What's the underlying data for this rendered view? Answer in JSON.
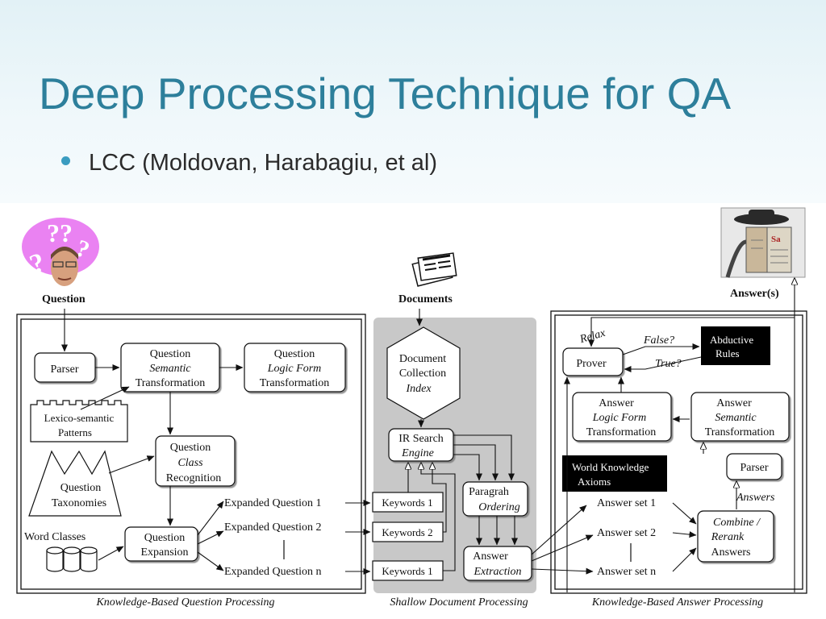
{
  "slide": {
    "title": "Deep Processing Technique for QA",
    "bullet": "LCC (Moldovan, Harabagiu, et al)"
  },
  "diagram": {
    "inputs": {
      "question": "Question",
      "documents": "Documents",
      "answers": "Answer(s)"
    },
    "question_processing": {
      "caption": "Knowledge-Based Question Processing",
      "parser": "Parser",
      "qst": [
        "Question",
        "Semantic",
        "Transformation"
      ],
      "qlf": [
        "Question",
        "Logic Form",
        "Transformation"
      ],
      "patterns": [
        "Lexico-semantic",
        "Patterns"
      ],
      "taxonomies": [
        "Question",
        "Taxonomies"
      ],
      "qcr": [
        "Question",
        "Class",
        "Recognition"
      ],
      "word_classes": "Word Classes",
      "qe": [
        "Question",
        "Expansion"
      ],
      "eq1": "Expanded Question 1",
      "eq2": "Expanded Question 2",
      "eqn": "Expanded Question n"
    },
    "document_processing": {
      "caption": "Shallow Document Processing",
      "index": [
        "Document",
        "Collection",
        "Index"
      ],
      "ir": [
        "IR Search",
        "Engine"
      ],
      "kw1": "Keywords 1",
      "kw2": "Keywords 2",
      "kwn": "Keywords 1",
      "po": [
        "Paragrah",
        "Ordering"
      ],
      "ae": [
        "Answer",
        "Extraction"
      ]
    },
    "answer_processing": {
      "caption": "Knowledge-Based Answer Processing",
      "relax": "Relax",
      "false": "False?",
      "true": "True?",
      "prover": "Prover",
      "abductive": [
        "Abductive",
        "Rules"
      ],
      "alf": [
        "Answer",
        "Logic Form",
        "Transformation"
      ],
      "ast": [
        "Answer",
        "Semantic",
        "Transformation"
      ],
      "world": [
        "World Knowledge",
        "Axioms"
      ],
      "parser": "Parser",
      "answers": "Answers",
      "as1": "Answer set 1",
      "as2": "Answer set 2",
      "asn": "Answer set n",
      "combine": [
        "Combine /",
        "Rerank",
        "Answers"
      ]
    }
  }
}
